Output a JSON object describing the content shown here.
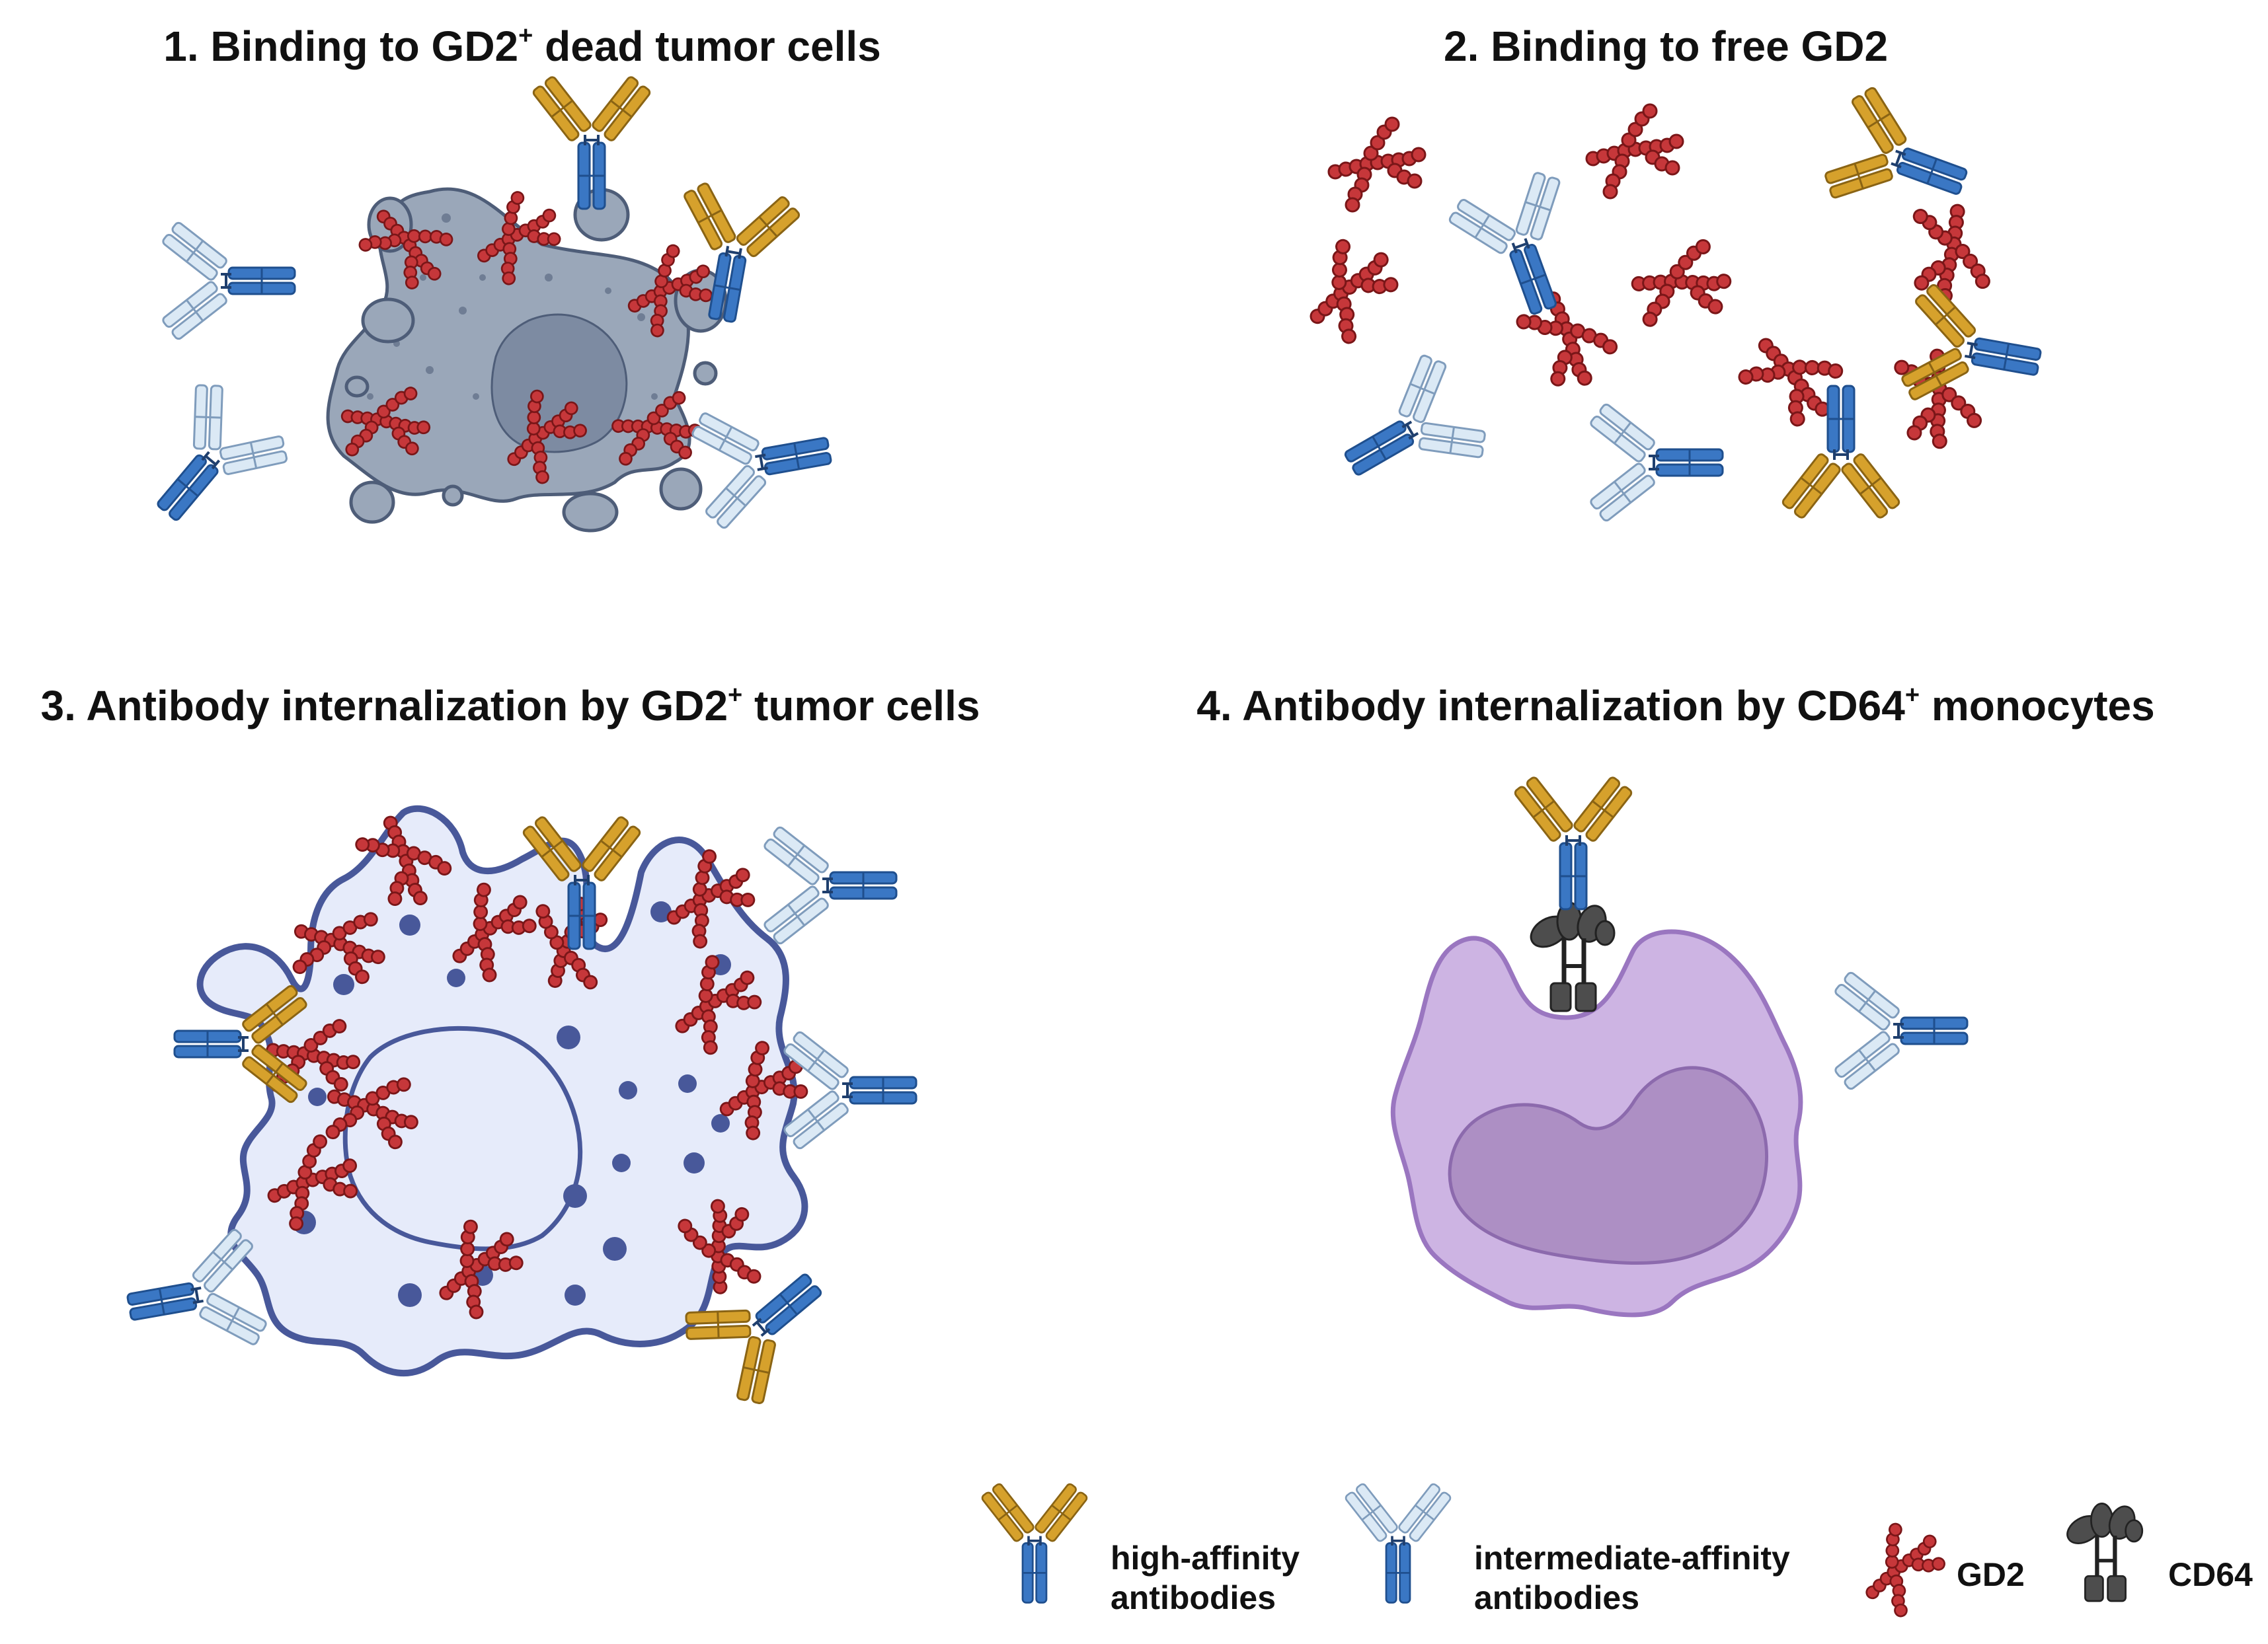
{
  "panels": [
    {
      "number": "1.",
      "title_pre": "Binding to GD2",
      "title_sup": "+",
      "title_post": " dead tumor cells"
    },
    {
      "number": "2.",
      "title_pre": "Binding to free GD2",
      "title_sup": "",
      "title_post": ""
    },
    {
      "number": "3.",
      "title_pre": "Antibody internalization by GD2",
      "title_sup": "+",
      "title_post": " tumor cells"
    },
    {
      "number": "4.",
      "title_pre": "Antibody internalization by CD64",
      "title_sup": "+",
      "title_post": " monocytes"
    }
  ],
  "legend": {
    "high_affinity": [
      "high-affinity",
      "antibodies"
    ],
    "intermediate_affinity": [
      "intermediate-affinity",
      "antibodies"
    ],
    "gd2": "GD2",
    "cd64": "CD64"
  },
  "colors": {
    "high_affinity_arm": "#d6a12c",
    "intermediate_affinity_arm": "#dbe9f5",
    "antibody_stem": "#3a77c4",
    "gd2": "#c6373a",
    "cd64": "#4d4d4d",
    "dead_cell": "#9aa7b9",
    "tumor_cell": "#e6ebfa",
    "monocyte": "#cdb4e3"
  }
}
